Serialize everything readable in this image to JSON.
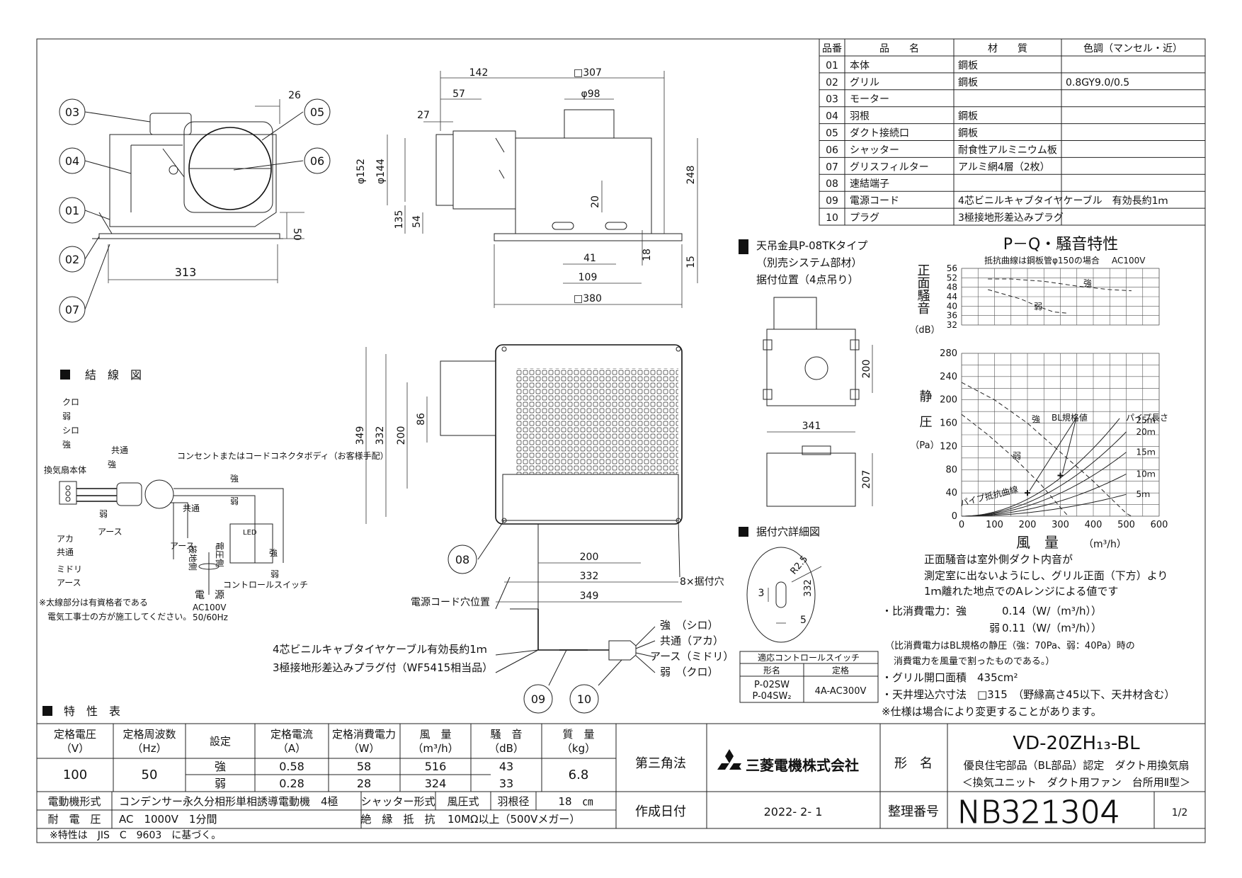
{
  "parts_table": {
    "headers": [
      "品番",
      "品　　名",
      "材　　質",
      "色調（マンセル・近）"
    ],
    "rows": [
      [
        "01",
        "本体",
        "鋼板",
        ""
      ],
      [
        "02",
        "グリル",
        "鋼板",
        "0.8GY9.0/0.5"
      ],
      [
        "03",
        "モーター",
        "",
        ""
      ],
      [
        "04",
        "羽根",
        "鋼板",
        ""
      ],
      [
        "05",
        "ダクト接続口",
        "鋼板",
        ""
      ],
      [
        "06",
        "シャッター",
        "耐食性アルミニウム板",
        ""
      ],
      [
        "07",
        "グリスフィルター",
        "アルミ網4層（2枚）",
        ""
      ],
      [
        "08",
        "速結端子",
        "",
        ""
      ],
      [
        "09",
        "電源コード",
        "4芯ビニルキャブタイヤケーブル　有効長約1ｍ",
        ""
      ],
      [
        "10",
        "プラグ",
        "3極接地形差込みプラグ",
        ""
      ]
    ]
  },
  "side_view": {
    "callouts": [
      "03",
      "04",
      "01",
      "02",
      "07",
      "05",
      "06"
    ],
    "dims": [
      "26",
      "50",
      "313"
    ]
  },
  "front_view": {
    "dims": [
      "142",
      "□307",
      "57",
      "φ98",
      "27",
      "φ152",
      "φ144",
      "248",
      "20",
      "135",
      "54",
      "41",
      "18",
      "109",
      "15",
      "□380"
    ]
  },
  "hanger": {
    "title": "天吊金具P-08TKタイプ",
    "subtitle": "（別売システム部材）",
    "note": "据付位置（4点吊り）",
    "dims": [
      "200",
      "341",
      "207"
    ]
  },
  "bottom_view": {
    "dims": [
      "349",
      "332",
      "200",
      "86",
      "200",
      "332",
      "349"
    ],
    "callout_08": "08",
    "hole_label": "8×据付穴",
    "cord_label": "電源コード穴位置"
  },
  "hole_detail": {
    "title": "据付穴詳細図",
    "dims": [
      "3",
      "R2.5",
      "332",
      "5"
    ]
  },
  "cord": {
    "line1": "4芯ビニルキャブタイヤケーブル有効長約1ｍ",
    "line2": "3極接地形差込みプラグ付（WF5415相当品）",
    "labels": [
      "強　（シロ）",
      "共通（アカ）",
      "アース（ミドリ）",
      "弱　（クロ）"
    ],
    "callouts": [
      "09",
      "10"
    ]
  },
  "wiring": {
    "title": "結　線　図",
    "labels_left": [
      "クロ",
      "弱",
      "シロ",
      "強",
      "換気扇本体",
      "アカ",
      "共通",
      "ミドリ",
      "アース"
    ],
    "labels_plug": [
      "共通",
      "強",
      "弱",
      "アース"
    ],
    "outlet": "コンセントまたはコードコネクタボディ（お客様手配）",
    "labels_right": [
      "強",
      "弱",
      "共通",
      "接地側",
      "電圧側",
      "アース",
      "強",
      "弱",
      "コントロールスイッチ",
      "LED"
    ],
    "power": "電　源",
    "power_spec": "AC100V",
    "power_freq": "50/60Hz",
    "note1": "※太線部分は有資格者である",
    "note2": "　電気工事士の方が施工してください。"
  },
  "switch_table": {
    "title": "適応コントロールスイッチ",
    "headers": [
      "形名",
      "定格"
    ],
    "models": [
      "P-02SW",
      "P-04SW₂"
    ],
    "rating": "4A-AC300V"
  },
  "chart_titles": {
    "main": "P－Q・騒音特性",
    "noise_note": "抵抗曲線は鋼板管φ150の場合",
    "voltage": "AC100V",
    "noise_ylabel": "正面騒音",
    "noise_unit": "（dB）",
    "pressure_ylabel": "静　圧",
    "pressure_unit": "（Pa）",
    "xlabel": "風　量",
    "xunit": "（m³/h）",
    "strong": "強",
    "weak": "弱",
    "bl": "BL規格値",
    "pipe_len": "パイプ長さ",
    "pipe_curve": "パイプ抵抗曲線"
  },
  "chart_data": [
    {
      "type": "line",
      "title": "",
      "xlabel": "風量（m³/h）",
      "ylabel": "正面騒音（dB）",
      "xlim": [
        0,
        600
      ],
      "ylim": [
        32,
        56
      ],
      "yticks": [
        56,
        52,
        48,
        44,
        40,
        36,
        32
      ],
      "series": [
        {
          "name": "強",
          "x": [
            80,
            150,
            250,
            350,
            450,
            516
          ],
          "y": [
            51.5,
            51.5,
            50.5,
            48.5,
            47.0,
            46.5
          ]
        },
        {
          "name": "弱",
          "x": [
            80,
            130,
            180,
            230,
            280,
            324
          ],
          "y": [
            47.0,
            45.0,
            43.0,
            40.0,
            37.5,
            37.0
          ]
        }
      ]
    },
    {
      "type": "line",
      "title": "",
      "xlabel": "風量（m³/h）",
      "ylabel": "静圧（Pa）",
      "xlim": [
        0,
        600
      ],
      "ylim": [
        0,
        280
      ],
      "xticks": [
        0,
        100,
        200,
        300,
        400,
        500,
        600
      ],
      "yticks": [
        0,
        40,
        80,
        120,
        160,
        200,
        240,
        280
      ],
      "series": [
        {
          "name": "強",
          "x": [
            0,
            100,
            200,
            300,
            400,
            500,
            516
          ],
          "y": [
            230,
            200,
            160,
            110,
            60,
            5,
            0
          ]
        },
        {
          "name": "弱",
          "x": [
            0,
            80,
            160,
            240,
            300,
            324
          ],
          "y": [
            175,
            140,
            100,
            55,
            15,
            0
          ]
        }
      ],
      "bl_points": [
        {
          "name": "強",
          "x": 300,
          "y": 70
        },
        {
          "name": "弱",
          "x": 200,
          "y": 40
        }
      ],
      "pipe_lengths": [
        "25ｍ",
        "20ｍ",
        "15ｍ",
        "10ｍ",
        "5ｍ"
      ],
      "pipe_curves": [
        {
          "name": "25ｍ",
          "k": 0.00073
        },
        {
          "name": "20ｍ",
          "k": 0.00058
        },
        {
          "name": "15ｍ",
          "k": 0.00044
        },
        {
          "name": "10ｍ",
          "k": 0.00029
        },
        {
          "name": "5ｍ",
          "k": 0.00015
        }
      ]
    }
  ],
  "notes": {
    "noise1": "正面騒音は室外側ダクト内音が",
    "noise2": "測定室に出ないようにし、グリル正面（下方）より",
    "noise3": "1ｍ離れた地点でのAレンジによる値です",
    "power1_label": "・比消費電力：強",
    "power1_value": "0.14（W/（m³/h））",
    "power2_label": "弱",
    "power2_value": "0.11（W/（m³/h））",
    "bl1": "（比消費電力はBL規格の静圧（強：70Pa、弱：40Pa）時の",
    "bl2": "消費電力を風量で割ったものである。）",
    "grill": "・グリル開口面積　435cm²",
    "ceiling": "・天井埋込穴寸法　□315　（野縁高さ45以下、天井材含む）",
    "change": "※仕様は場合により変更することがあります。"
  },
  "spec_table": {
    "title": "特　性　表",
    "headers": [
      {
        "l1": "定格電圧",
        "l2": "（V）"
      },
      {
        "l1": "定格周波数",
        "l2": "（Hz）"
      },
      {
        "l1": "設定",
        "l2": ""
      },
      {
        "l1": "定格電流",
        "l2": "（A）"
      },
      {
        "l1": "定格消費電力",
        "l2": "（W）"
      },
      {
        "l1": "風　量",
        "l2": "（m³/h）"
      },
      {
        "l1": "騒　音",
        "l2": "（dB）"
      },
      {
        "l1": "質　量",
        "l2": "（kg）"
      }
    ],
    "voltage": "100",
    "frequency": "50",
    "rows": [
      {
        "setting": "強",
        "current": "0.58",
        "power": "58",
        "flow": "516",
        "noise": "43"
      },
      {
        "setting": "弱",
        "current": "0.28",
        "power": "28",
        "flow": "324",
        "noise": "33"
      }
    ],
    "mass": "6.8",
    "motor_label": "電動機形式",
    "motor_value": "コンデンサー永久分相形単相誘導電動機　4極",
    "shutter_label": "シャッター形式",
    "shutter_value": "風圧式",
    "blade_label": "羽根径",
    "blade_value": "18　㎝",
    "withstand_label": "耐　電　圧",
    "withstand_value": "AC　1000V　1分間",
    "insulation_label": "絶　縁　抵　抗",
    "insulation_value": "10MΩ以上（500Vメガー）",
    "footnote": "※特性は　JIS　C　9603　に基づく。"
  },
  "title_block": {
    "projection": "第三角法",
    "company": "三菱電機株式会社",
    "model_label": "形　名",
    "model": "VD-20ZH₁₃-BL",
    "desc1": "優良住宅部品（BL部品）認定　ダクト用換気扇",
    "desc2": "＜換気ユニット　ダクト用ファン　台所用Ⅱ型＞",
    "date_label": "作成日付",
    "date": "2022- 2- 1",
    "number_label": "整理番号",
    "number": "NB321304",
    "page": "1/2"
  }
}
